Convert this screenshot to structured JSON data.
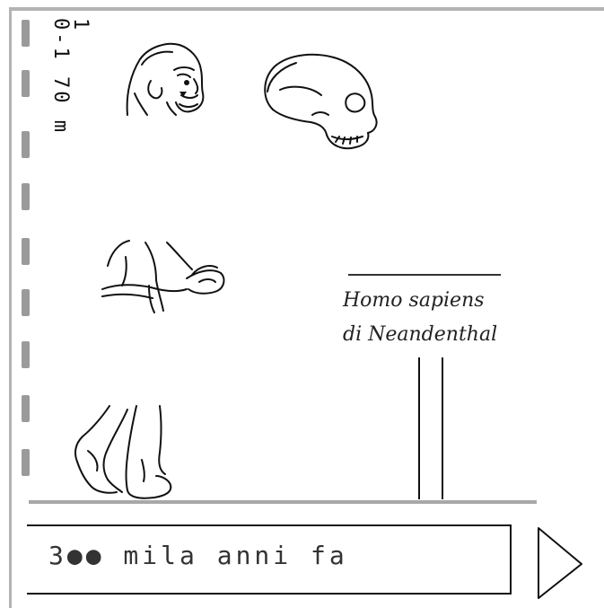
{
  "scale": {
    "number": "1",
    "measure": "0-1 70 m"
  },
  "species": {
    "line1": "Homo sapiens",
    "line2": "di Neandenthal"
  },
  "timeline": {
    "label": "3●● mila anni fa"
  },
  "icons": {
    "next": "play-triangle-icon"
  },
  "colors": {
    "frame": "#b3b3b3",
    "dash": "#9a9a9a",
    "ink": "#111111"
  }
}
